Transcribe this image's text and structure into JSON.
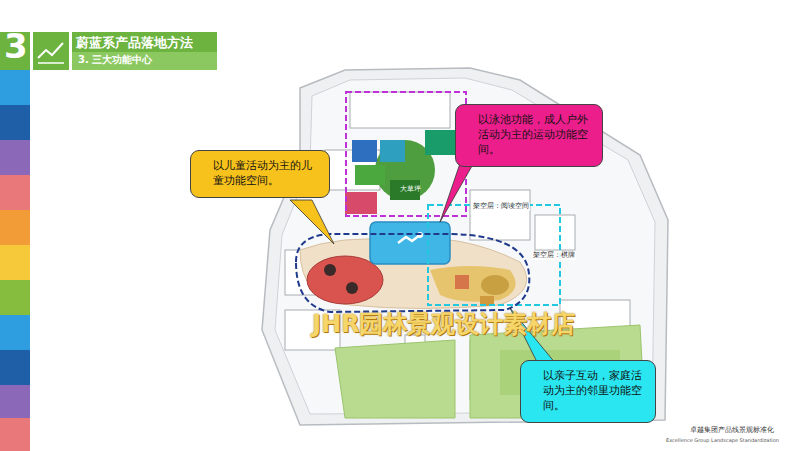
{
  "diagram": {
    "title": "蔚蓝系产品落地方法",
    "nodes": [
      {
        "text": [
          "以儿童活动为主的儿童功能空间。"
        ]
      },
      {
        "text": [
          "以泳池功能，成人户外活动为主的运动功能空间。"
        ]
      },
      {
        "text": [
          "以亲子互动，家庭活动为主的邻里功能空间。"
        ]
      }
    ],
    "labels": [
      "3",
      "3. 三大功能中心",
      "架空层：阅读空间",
      "架空层：棋牌",
      "大草坪",
      "JHR园林景观设计素材店",
      "卓越集团产品线景观标准化",
      "Excellence Group Landscape Standardization"
    ]
  }
}
